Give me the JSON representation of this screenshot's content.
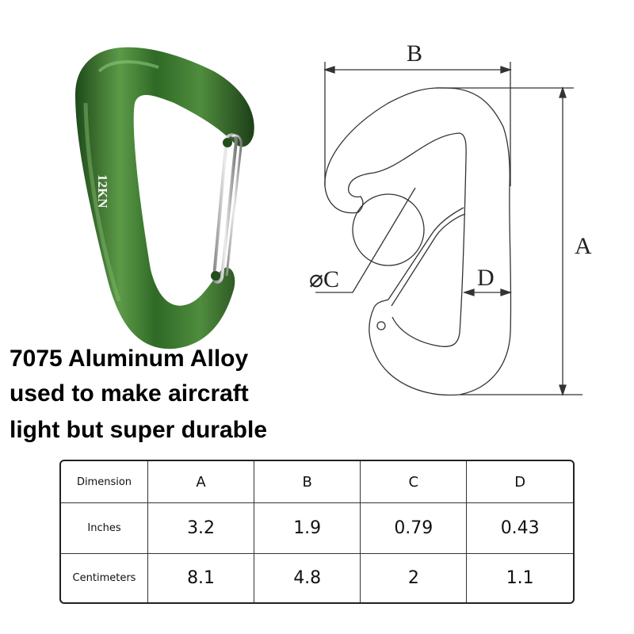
{
  "product": {
    "strength_marking": "12KN",
    "color": "#3e7a2e"
  },
  "caption": {
    "line1": "7075 Aluminum Alloy",
    "line2": "used to make aircraft",
    "line3": "light but super durable"
  },
  "diagram": {
    "labels": {
      "A": "A",
      "B": "B",
      "C": "⌀C",
      "D": "D"
    }
  },
  "table": {
    "headers": [
      "Dimension",
      "A",
      "B",
      "C",
      "D"
    ],
    "rows": [
      {
        "label": "Inches",
        "values": [
          "3.2",
          "1.9",
          "0.79",
          "0.43"
        ]
      },
      {
        "label": "Centimeters",
        "values": [
          "8.1",
          "4.8",
          "2",
          "1.1"
        ]
      }
    ]
  }
}
